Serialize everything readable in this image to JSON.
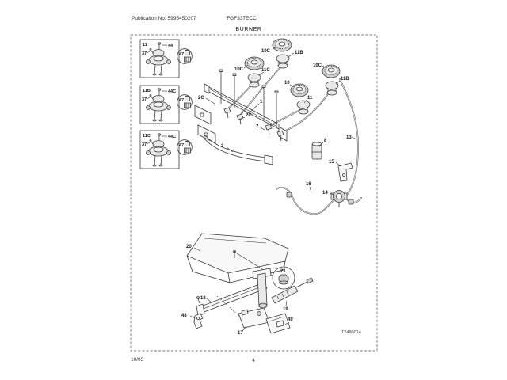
{
  "header": {
    "publication": "Publication No: 5995450207",
    "model": "FGF337ECC",
    "title": "BURNER"
  },
  "footer": {
    "date": "10/05",
    "page": "4"
  },
  "diagram": {
    "id_code": "T2480014",
    "insets": [
      {
        "id": "11",
        "screw": "44",
        "electrode": "37",
        "orifice": "47"
      },
      {
        "id": "11B",
        "screw": "44C",
        "electrode": "37",
        "orifice": "47"
      },
      {
        "id": "11C",
        "screw": "44C",
        "electrode": "37",
        "orifice": "47"
      }
    ],
    "callouts": {
      "cap_top": "10C",
      "head_top": "11B",
      "cap_left": "10C",
      "head_left": "11C",
      "cap_right": "10C",
      "head_right": "11B",
      "cap_center": "10",
      "head_center": "11",
      "manifold": "1",
      "valve_2c_left": "2C",
      "valve_2c_mid": "2C",
      "valve_2": "2",
      "bracket_3": "3",
      "pipe_13": "13",
      "part_8": "8",
      "bracket_15": "15",
      "regulator_14": "14",
      "pipe_16": "16",
      "panel_20": "20",
      "nut_21": "21",
      "oven_burner_18": "18",
      "igniter_19": "19",
      "bracket_48": "48",
      "orifice_holder_17": "17",
      "cover_49": "49"
    }
  }
}
